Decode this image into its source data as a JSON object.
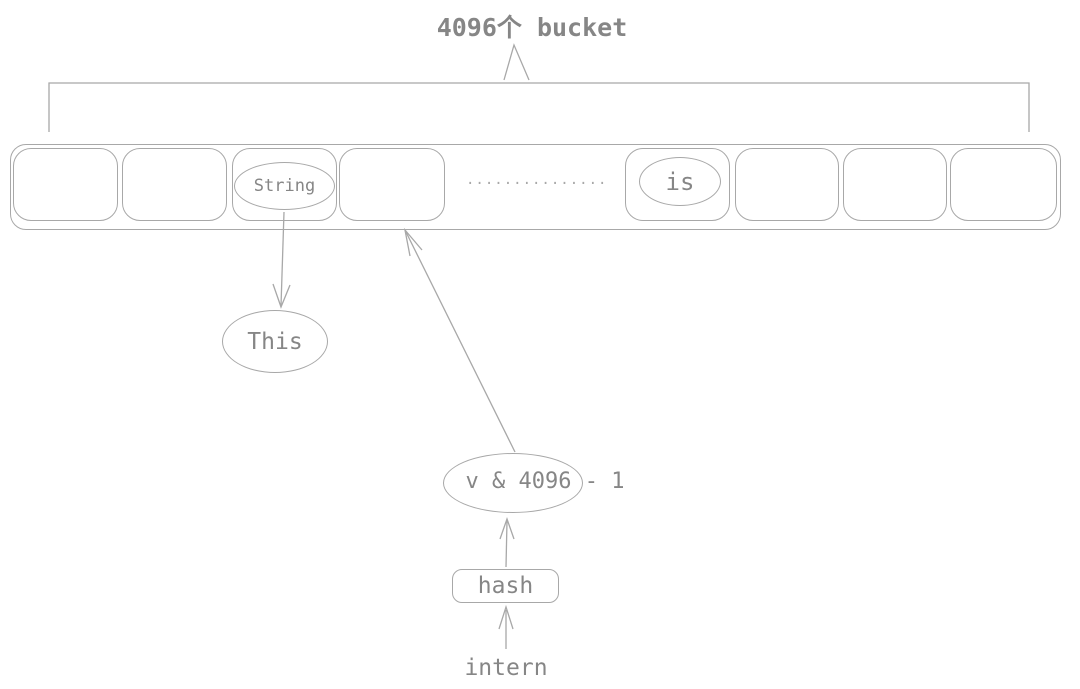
{
  "colors": {
    "background": "#ffffff",
    "line": "#a8a8a8",
    "text": "#868686"
  },
  "title": "4096个 bucket",
  "array": {
    "dots": "...............",
    "buckets": [
      {
        "label": ""
      },
      {
        "label": ""
      },
      {
        "label": "String"
      },
      {
        "label": ""
      },
      {
        "label": "is"
      },
      {
        "label": ""
      },
      {
        "label": ""
      },
      {
        "label": ""
      }
    ]
  },
  "nodes": {
    "this_label": "This",
    "index_label": "v & 4096 - 1",
    "hash_label": "hash",
    "intern_label": "intern"
  }
}
